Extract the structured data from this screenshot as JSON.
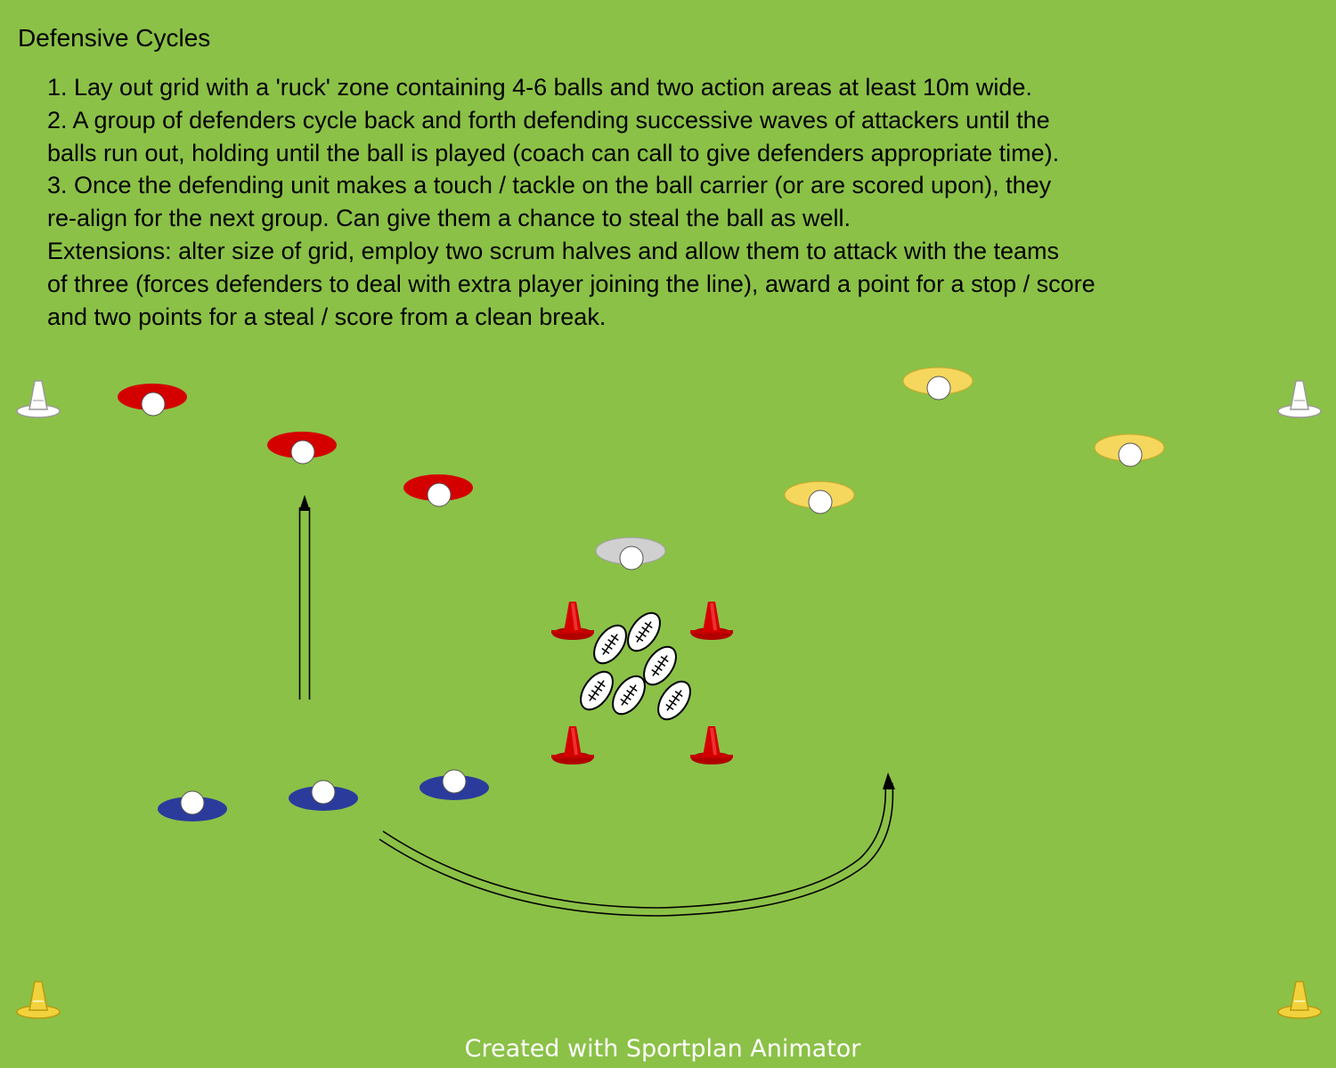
{
  "title": "Defensive Cycles",
  "instructions": [
    "1. Lay out grid with a 'ruck' zone containing 4-6 balls and two action areas at least 10m wide.",
    "2. A group of defenders cycle back and forth defending successive waves of attackers until the",
    "balls run out, holding until the ball is played (coach can call to give defenders appropriate time).",
    "3. Once the defending unit makes a touch / tackle on the ball carrier (or are scored upon), they",
    "re-align for the next group. Can give them a chance to steal the ball as well.",
    "Extensions:  alter size of grid, employ two scrum halves and allow them to attack with the teams",
    "of three (forces defenders to deal with extra player joining the line), award a point for a stop / score",
    "and two points for a steal / score from a clean break."
  ],
  "footer": "Created with Sportplan Animator",
  "colors": {
    "pitch": "#8bc147",
    "red_team": "#d40000",
    "yellow_team": "#f5d75e",
    "blue_team": "#2b3b9c",
    "coach": "#d0d0d0",
    "white_cone": "#ffffff",
    "yellow_cone": "#f2d23c",
    "red_cone": "#d40000"
  },
  "icons": [
    "player-marker-icon",
    "cone-icon",
    "rugby-ball-icon",
    "arrow-icon"
  ]
}
